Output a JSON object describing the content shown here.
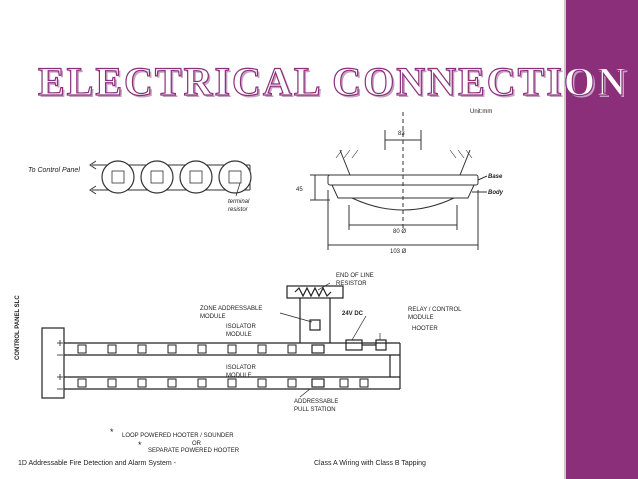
{
  "slide": {
    "title": "ELECTRICAL CONNECTION",
    "accent_color": "#8b2f7b"
  },
  "wiring_diagram": {
    "to_control_panel": "To Control Panel",
    "terminal_resistor": "terminal\nresistor"
  },
  "detector_dims": {
    "unit": "Unit:mm",
    "top_dim": "83",
    "height_dim": "45",
    "base_label": "Base",
    "body_label": "Body",
    "dim_80": "80 Ø",
    "dim_103": "103 Ø"
  },
  "system_diagram": {
    "end_of_line_resistor": "END OF LINE\nRESISTOR",
    "zone_module": "ZONE ADDRESSABLE\nMODULE",
    "voltage": "24V DC",
    "relay_module": "RELAY / CONTROL\nMODULE",
    "isolator_module_top": "ISOLATOR\nMODULE",
    "hooter": "HOOTER",
    "control_panel": "CONTROL PANEL SLC",
    "isolator_module_bottom": "ISOLATOR\nMODULE",
    "pull_station": "ADDRESSABLE\nPULL STATION",
    "note_star_1": "*",
    "note_loop": "LOOP POWERED HOOTER / SOUNDER",
    "note_or": "OR",
    "note_star_2": "*",
    "note_separate": "SEPARATE POWERED HOOTER",
    "caption_left": "1D Addressable Fire Detection and Alarm System -",
    "caption_right": "Class A Wiring with Class B Tapping"
  }
}
